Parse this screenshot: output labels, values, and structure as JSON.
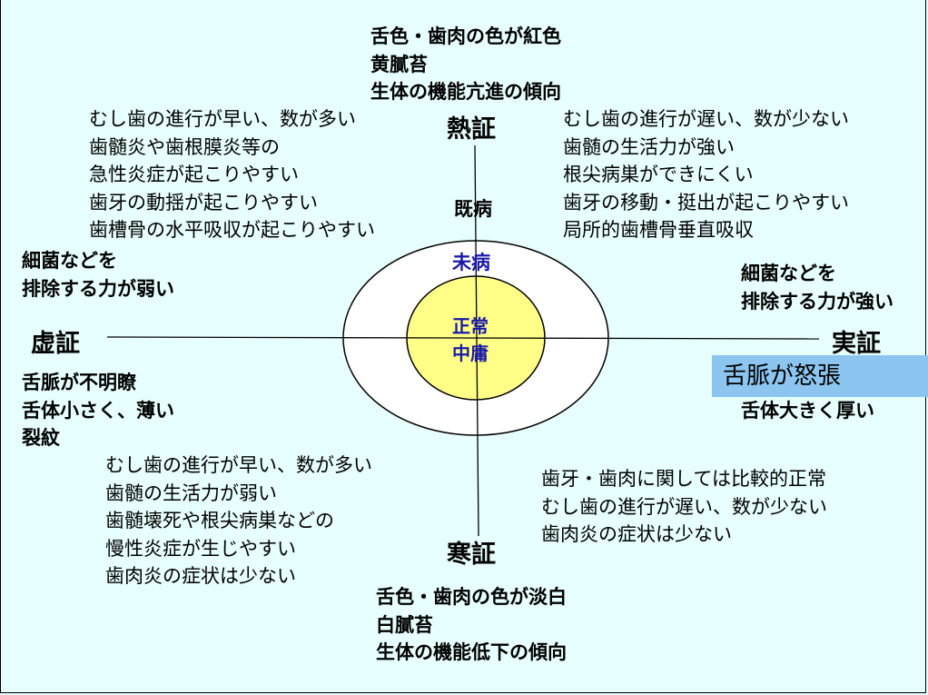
{
  "axes": {
    "top": "熱証",
    "bottom": "寒証",
    "left": "虚証",
    "right": "実証"
  },
  "stages": {
    "outer": "既病",
    "middle": "未病",
    "center": [
      "正常",
      "中庸"
    ]
  },
  "top_center": [
    "舌色・歯肉の色が紅色",
    "黄膩苔",
    "生体の機能亢進の傾向"
  ],
  "bottom_center": [
    "舌色・歯肉の色が淡白",
    "白膩苔",
    "生体の機能低下の傾向"
  ],
  "top_left": [
    "むし歯の進行が早い、数が多い",
    "歯髄炎や歯根膜炎等の",
    "急性炎症が起こりやすい",
    "歯牙の動揺が起こりやすい",
    "歯槽骨の水平吸収が起こりやすい"
  ],
  "top_right": [
    "むし歯の進行が遅い、数が少ない",
    "歯髄の生活力が強い",
    "根尖病巣ができにくい",
    "歯牙の移動・挺出が起こりやすい",
    "局所的歯槽骨垂直吸収"
  ],
  "bottom_left": [
    "むし歯の進行が早い、数が多い",
    "歯髄の生活力が弱い",
    "歯髄壊死や根尖病巣などの",
    "慢性炎症が生じやすい",
    "歯肉炎の症状は少ない"
  ],
  "bottom_right": [
    "歯牙・歯肉に関しては比較的正常",
    "むし歯の進行が遅い、数が少ない",
    "歯肉炎の症状は少ない"
  ],
  "left_upper": [
    "細菌などを",
    "排除する力が弱い"
  ],
  "left_lower": [
    "舌脈が不明瞭",
    "舌体小さく、薄い",
    "裂紋"
  ],
  "right_upper": [
    "細菌などを",
    "排除する力が強い"
  ],
  "right_highlight": "舌脈が怒張",
  "right_lower": [
    "舌体大きく厚い"
  ],
  "colors": {
    "background": "#e7fffe",
    "outer_ellipse": "#ffffff",
    "inner_ellipse": "#ffff88",
    "center_text": "#1a1aa8",
    "highlight": "#8cc6f0"
  }
}
